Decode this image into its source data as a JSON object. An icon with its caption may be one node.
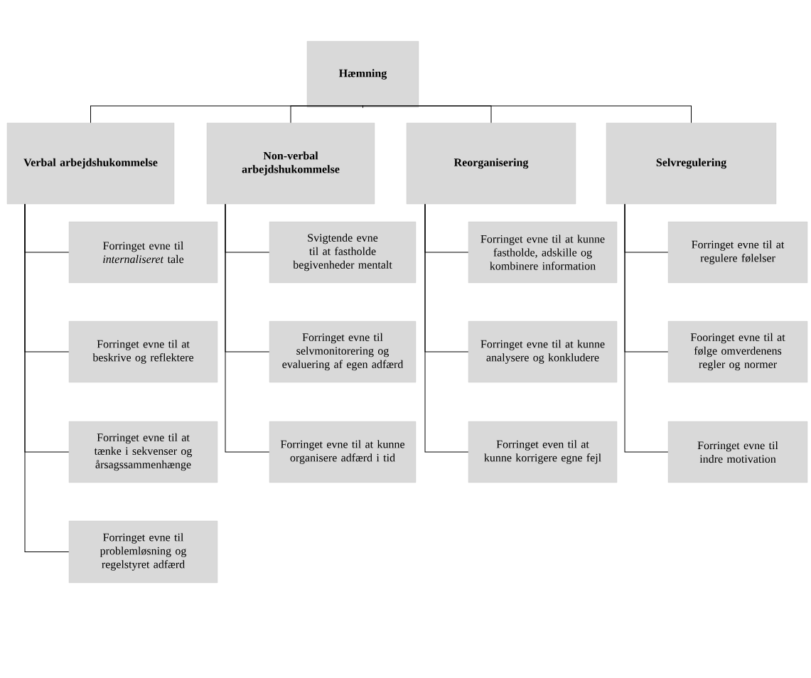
{
  "diagram": {
    "nodes": [
      {
        "text": [
          "Hæmning"
        ]
      },
      {
        "text": [
          "Verbal arbejdshukommelse"
        ]
      },
      {
        "text": [
          "Non-verbal arbejdshukommelse"
        ]
      },
      {
        "text": [
          "Reorganisering"
        ]
      },
      {
        "text": [
          "Selvregulering"
        ]
      },
      {
        "text": [
          "Forringet evne til *internaliseret* tale"
        ]
      },
      {
        "text": [
          "Forringet evne til at beskrive og reflektere"
        ]
      },
      {
        "text": [
          "Forringet evne til at tænke i sekvenser og årsagssammenhænge"
        ]
      },
      {
        "text": [
          "Forringet evne til problemløsning og regelstyret adfærd"
        ]
      },
      {
        "text": [
          "Svigtende evne til at fastholde begivenheder mentalt"
        ]
      },
      {
        "text": [
          "Forringet evne til selvmonitorering og evaluering af egen adfærd"
        ]
      },
      {
        "text": [
          "Forringet evne til at kunne organisere adfærd i tid"
        ]
      },
      {
        "text": [
          "Forringet evne til at kunne fastholde, adskille og kombinere information"
        ]
      },
      {
        "text": [
          "Forringet evne til at kunne analysere og konkludere"
        ]
      },
      {
        "text": [
          "Forringet even til at kunne korrigere egne fejl"
        ]
      },
      {
        "text": [
          "Forringet evne til at regulere følelser"
        ]
      },
      {
        "text": [
          "Fooringet evne til at følge omverdenens regler og normer"
        ]
      },
      {
        "text": [
          "Forringet evne til indre motivation"
        ]
      }
    ],
    "edges": [
      {
        "from": 0,
        "to": 1,
        "arrow": "none"
      },
      {
        "from": 0,
        "to": 2,
        "arrow": "none"
      },
      {
        "from": 0,
        "to": 3,
        "arrow": "none"
      },
      {
        "from": 0,
        "to": 4,
        "arrow": "none"
      },
      {
        "from": 1,
        "to": 5,
        "arrow": "none"
      },
      {
        "from": 1,
        "to": 6,
        "arrow": "none"
      },
      {
        "from": 1,
        "to": 7,
        "arrow": "none"
      },
      {
        "from": 1,
        "to": 8,
        "arrow": "none"
      },
      {
        "from": 2,
        "to": 9,
        "arrow": "none"
      },
      {
        "from": 2,
        "to": 10,
        "arrow": "none"
      },
      {
        "from": 2,
        "to": 11,
        "arrow": "none"
      },
      {
        "from": 3,
        "to": 12,
        "arrow": "none"
      },
      {
        "from": 3,
        "to": 13,
        "arrow": "none"
      },
      {
        "from": 3,
        "to": 14,
        "arrow": "none"
      },
      {
        "from": 4,
        "to": 15,
        "arrow": "none"
      },
      {
        "from": 4,
        "to": 16,
        "arrow": "none"
      },
      {
        "from": 4,
        "to": 17,
        "arrow": "none"
      }
    ]
  }
}
